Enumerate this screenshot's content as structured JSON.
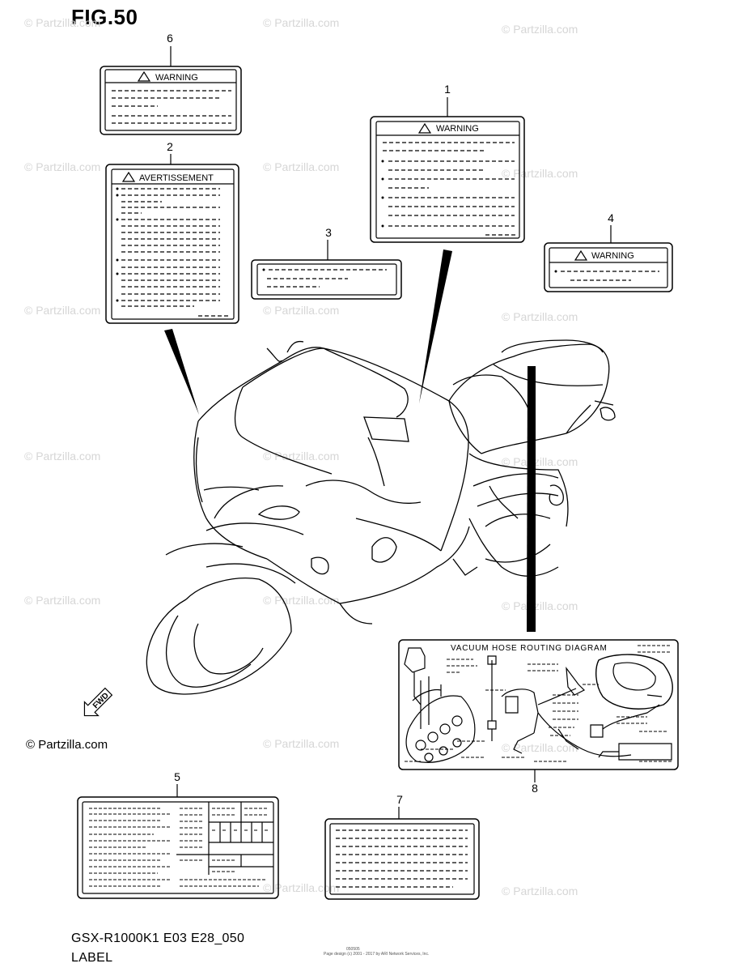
{
  "figure_title": "FIG.50",
  "callouts": [
    "1",
    "2",
    "3",
    "4",
    "5",
    "6",
    "7",
    "8"
  ],
  "labels": {
    "warning": "WARNING",
    "avertissement": "AVERTISSEMENT",
    "vacuum_title": "VACUUM HOSE ROUTING DIAGRAM",
    "fwd": "FWD"
  },
  "watermark": "© Partzilla.com",
  "copyright": "© Partzilla.com",
  "model_code": "GSX-R1000K1 E03 E28_050",
  "part_name": "LABEL",
  "footer_id": "050505",
  "footer_text": "Page design (c) 2001 - 2017 by ARI Network Services, Inc."
}
